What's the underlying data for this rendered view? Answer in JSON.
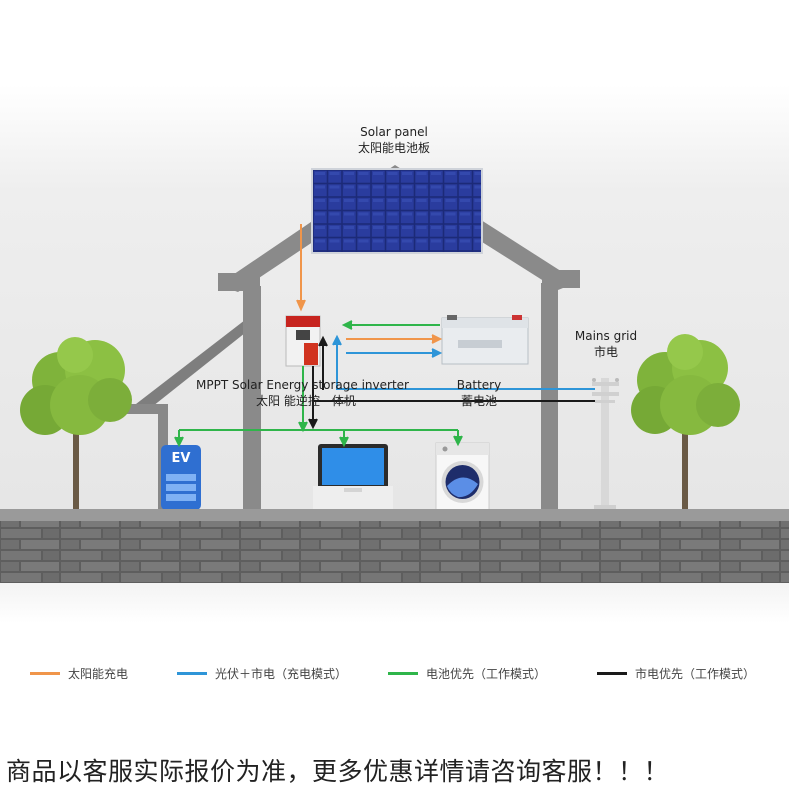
{
  "colors": {
    "solar_charge": "#f0954a",
    "pv_plus_grid": "#2e95d8",
    "battery_priority": "#2fb54a",
    "grid_priority": "#1a1a1a"
  },
  "labels": {
    "solar_panel_en": "Solar panel",
    "solar_panel_cn": "太阳能电池板",
    "mains_grid_en": "Mains grid",
    "mains_grid_cn": "市电",
    "inverter_en": "MPPT Solar Energy storage inverter",
    "inverter_cn": "太阳 能逆控一体机",
    "battery_en": "Battery",
    "battery_cn": "蓄电池",
    "ev_text": "EV"
  },
  "legend": [
    {
      "label": "太阳能充电",
      "color_key": "solar_charge"
    },
    {
      "label": "光伏＋市电（充电模式）",
      "color_key": "pv_plus_grid"
    },
    {
      "label": "电池优先（工作模式）",
      "color_key": "battery_priority"
    },
    {
      "label": "市电优先（工作模式）",
      "color_key": "grid_priority"
    }
  ],
  "footer": {
    "notice": "商品以客服实际报价为准，更多优惠详情请咨询客服！！！"
  }
}
